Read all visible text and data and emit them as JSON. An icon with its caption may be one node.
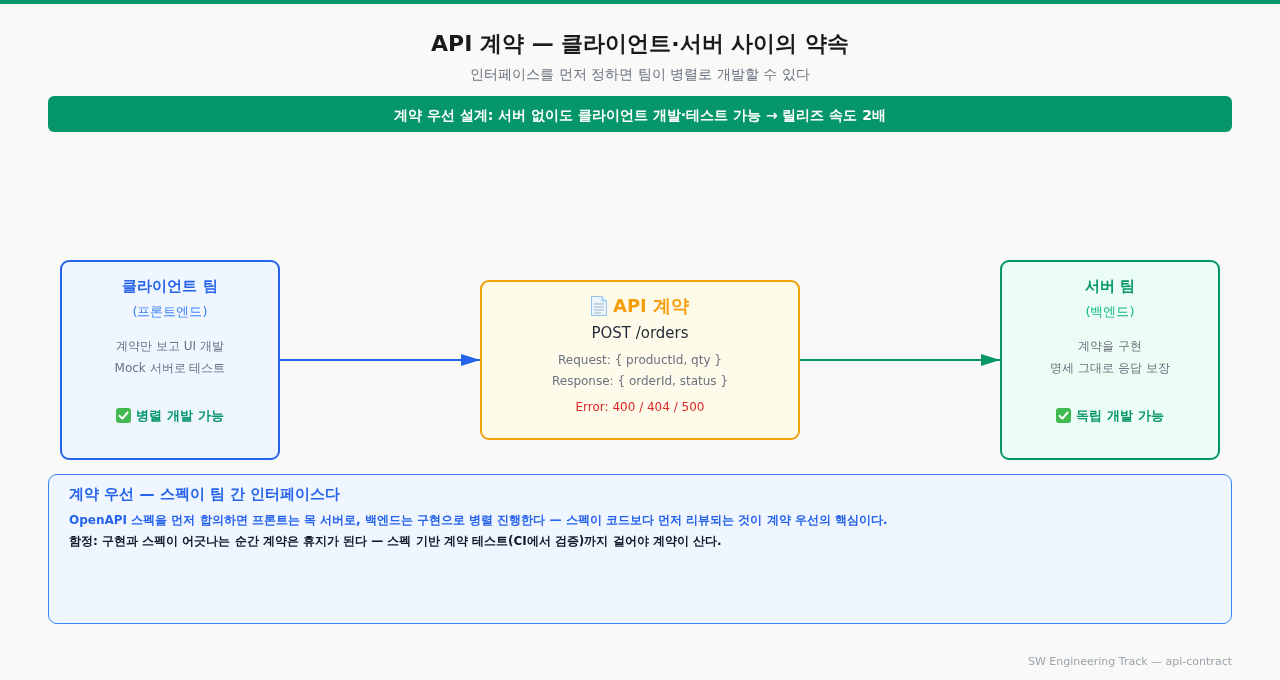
{
  "diagram": {
    "title": "API 계약 — 클라이언트·서버 사이의 약속",
    "nodes": [
      {
        "text": [
          "계약 우선 설계: 서버 없이도 클라이언트 개발·테스트 가능 → 릴리즈 속도 2배"
        ]
      },
      {
        "text": [
          "클라이언트 팀",
          "(프론트엔드)",
          "계약만 보고 UI 개발",
          "Mock 서버로 테스트",
          "병렬 개발 가능"
        ]
      },
      {
        "text": [
          "API 계약",
          "POST /orders",
          "Request: { productId, qty }",
          "Response: { orderId, status }",
          "Error: 400 / 404 / 500"
        ]
      },
      {
        "text": [
          "서버 팀",
          "(백엔드)",
          "계약을 구현",
          "명세 그대로 응답 보장",
          "독립 개발 가능"
        ]
      },
      {
        "text": [
          "계약 우선 — 스펙이 팀 간 인터페이스다",
          "OpenAPI 스펙을 먼저 합의하면 프론트는 목 서버로, 백엔드는 구현으로 병렬 진행한다 — 스펙이 코드보다 먼저 리뷰되는 것이 계약 우선의 핵심이다.",
          "함정: 구현과 스펙이 어긋나는 순간 계약은 휴지가 된다 — 스펙 기반 계약 테스트(CI에서 검증)까지 걸어야 계약이 산다."
        ]
      }
    ],
    "edges": [
      {
        "from": 1,
        "to": 2,
        "arrow": "to",
        "color": "#2563eb"
      },
      {
        "from": 2,
        "to": 3,
        "arrow": "to",
        "color": "#059669"
      }
    ],
    "labels": [
      "인터페이스를 먼저 정하면 팀이 병렬로 개발할 수 있다",
      "SW Engineering Track — api-contract"
    ]
  }
}
